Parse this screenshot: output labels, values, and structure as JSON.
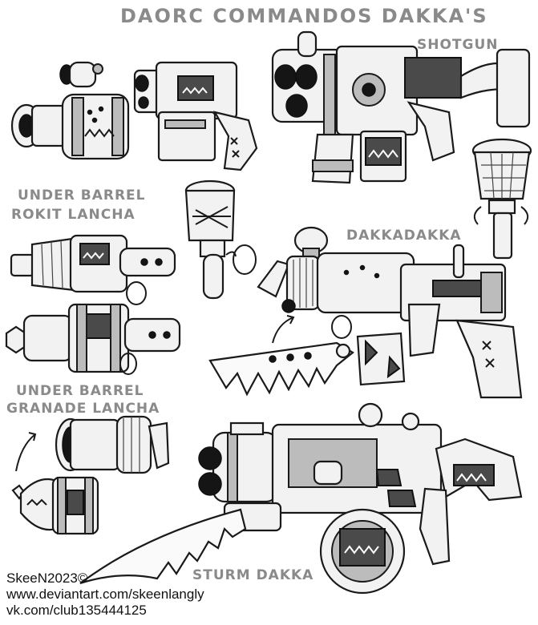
{
  "labels": {
    "title": "DAORC COMMANDOS DAKKA'S",
    "shotgun": "SHOTGUN",
    "rokit_line1": "UNDER BARREL",
    "rokit_line2": "ROKIT LANCHA",
    "dakkadakka": "DAKKADAKKA",
    "granade_line1": "UNDER BARREL",
    "granade_line2": "GRANADE LANCHA",
    "sturm": "STURM DAKKA"
  },
  "credits": {
    "author": "SkeeN2023©",
    "deviantart": "www.deviantart.com/skeenlangly",
    "vk": "vk.com/club135444125"
  }
}
